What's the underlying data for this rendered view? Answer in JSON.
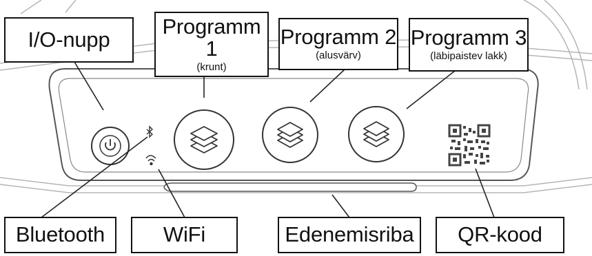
{
  "labels": {
    "power": "I/O-nupp",
    "program1": {
      "title": "Programm 1",
      "subtitle": "(krunt)"
    },
    "program2": {
      "title": "Programm 2",
      "subtitle": "(alusvärv)"
    },
    "program3": {
      "title": "Programm 3",
      "subtitle": "(läbipaistev lakk)"
    },
    "bluetooth": "Bluetooth",
    "wifi": "WiFi",
    "progress": "Edenemisriba",
    "qr": "QR-kood"
  },
  "icons": {
    "power": "power-icon",
    "program": "layers-icon",
    "bluetooth": "bluetooth-icon",
    "wifi": "wifi-icon",
    "qr": "qr-code-icon"
  },
  "colors": {
    "line": "#8a8a8a",
    "ink": "#111111",
    "background": "#ffffff"
  }
}
